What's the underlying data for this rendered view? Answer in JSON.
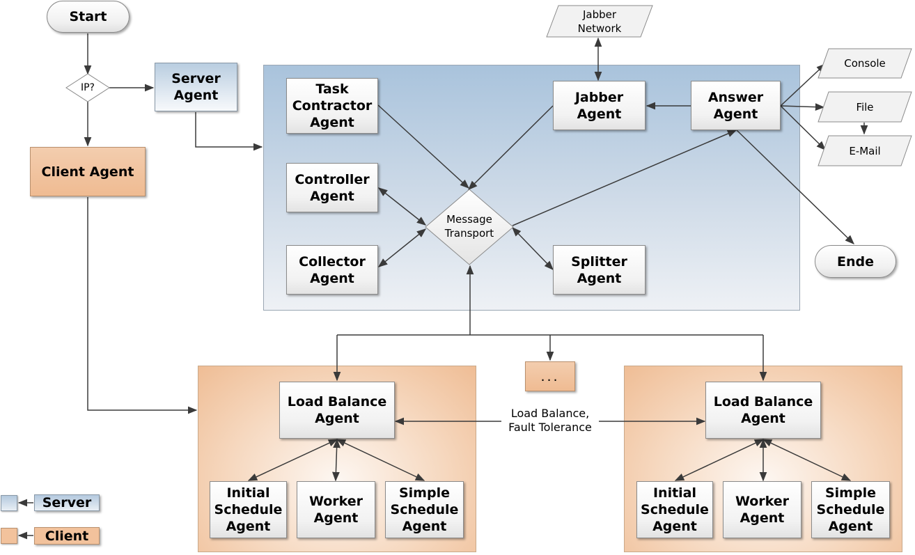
{
  "start": "Start",
  "end": "Ende",
  "decision": "IP?",
  "server_agent": "Server\nAgent",
  "client_agent": "Client Agent",
  "jabber_network": "Jabber\nNetwork",
  "outputs": {
    "console": "Console",
    "file": "File",
    "email": "E-Mail"
  },
  "server_agents": {
    "task_contractor": "Task\nContractor\nAgent",
    "controller": "Controller\nAgent",
    "collector": "Collector\nAgent",
    "jabber": "Jabber\nAgent",
    "answer": "Answer\nAgent",
    "splitter": "Splitter\nAgent"
  },
  "message_transport": "Message\nTransport",
  "more_clients": "...",
  "load_balance_link": "Load Balance,\nFault Tolerance",
  "client_nodes": [
    {
      "load_balance": "Load Balance\nAgent",
      "initial_schedule": "Initial\nSchedule\nAgent",
      "worker": "Worker\nAgent",
      "simple_schedule": "Simple\nSchedule\nAgent"
    },
    {
      "load_balance": "Load Balance\nAgent",
      "initial_schedule": "Initial\nSchedule\nAgent",
      "worker": "Worker\nAgent",
      "simple_schedule": "Simple\nSchedule\nAgent"
    }
  ],
  "legend": {
    "server": "Server",
    "client": "Client"
  },
  "colors": {
    "server_region": "#b4c9de",
    "client_region": "#f2c29c",
    "arrow": "#3a3a3a"
  }
}
